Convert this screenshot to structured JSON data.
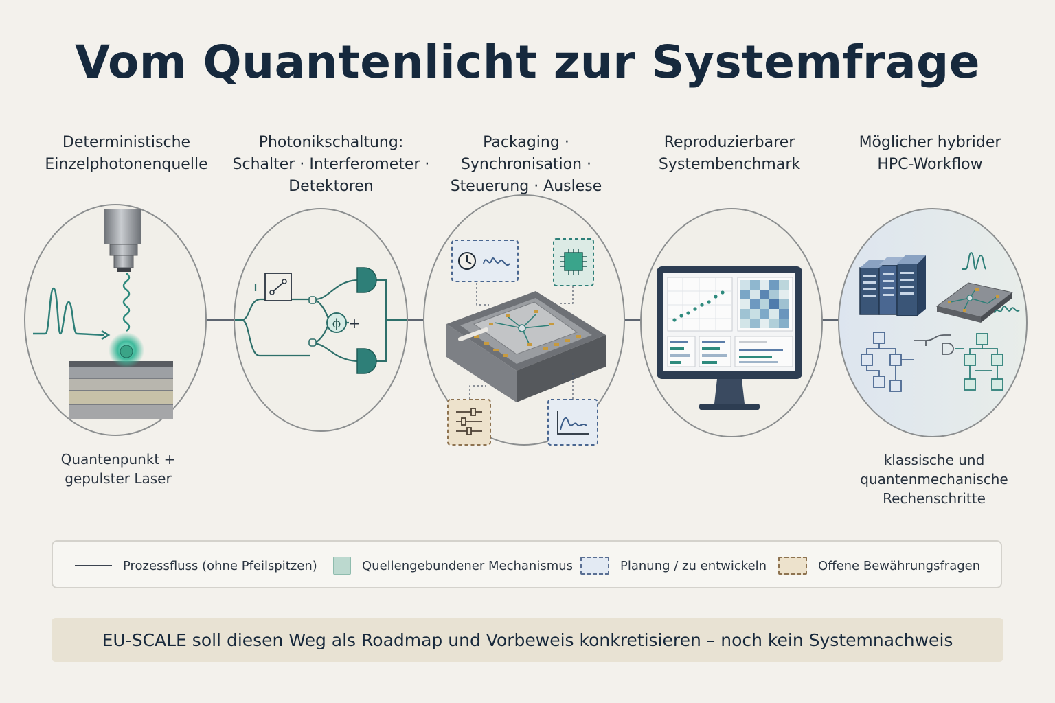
{
  "title": "Vom Quantenlicht zur Systemfrage",
  "stages": [
    {
      "lines": [
        "Deterministische",
        "Einzelphotonenquelle"
      ],
      "sub": [
        "Quantenpunkt +",
        "gepulster Laser"
      ]
    },
    {
      "lines": [
        "Photonikschaltung:",
        "Schalter · Interferometer ·",
        "Detektoren"
      ],
      "sub": []
    },
    {
      "lines": [
        "Packaging ·",
        "Synchronisation ·",
        "Steuerung · Auslese"
      ],
      "sub": []
    },
    {
      "lines": [
        "Reproduzierbarer",
        "Systembenchmark"
      ],
      "sub": []
    },
    {
      "lines": [
        "Möglicher hybrider",
        "HPC-Workflow"
      ],
      "sub": [
        "klassische und",
        "quantenmechanische",
        "Rechenschritte"
      ]
    }
  ],
  "circuit": {
    "phase_symbol": "ϕ",
    "plus_symbol": "+"
  },
  "legend": {
    "flow": "Prozessfluss (ohne Pfeilspitzen)",
    "source": "Quellengebundener Mechanismus",
    "plan": "Planung / zu entwickeln",
    "open": "Offene Bewährungsfragen"
  },
  "banner": "EU-SCALE soll diesen Weg als Roadmap und Vorbeweis konkretisieren – noch kein Systemnachweis",
  "colors": {
    "teal": "#2e7f78",
    "navy": "#2d3d52",
    "plan_blue": "#4a6791",
    "open_brown": "#8e7350",
    "background": "#f3f1ec"
  },
  "icons": [
    "microscope-objective-icon",
    "laser-pulse-icon",
    "quantum-dot-icon",
    "beam-splitter-icon",
    "detector-icon",
    "phase-shifter-icon",
    "clock-icon",
    "chip-icon",
    "slider-control-icon",
    "signal-readout-icon",
    "monitor-icon",
    "server-rack-icon",
    "workflow-tree-icon"
  ]
}
